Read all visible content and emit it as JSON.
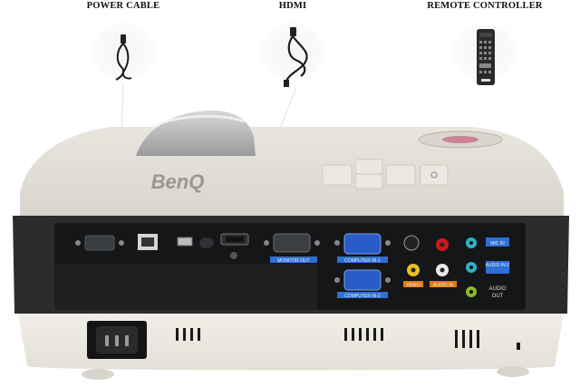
{
  "accessories": [
    {
      "label": "POWER CABLE",
      "icon": "power-cable-icon"
    },
    {
      "label": "HDMI",
      "icon": "hdmi-cable-icon"
    },
    {
      "label": "REMOTE CONTROLLER",
      "icon": "remote-controller-icon"
    }
  ],
  "brand": {
    "logo_text": "BenQ"
  },
  "ports": {
    "monitor_out": "MONITOR OUT",
    "computer_in_1": "COMPUTER IN-1",
    "computer_in_2": "COMPUTER IN-2",
    "video": "VIDEO",
    "audio_in": "AUDIO IN",
    "mic_in": "MIC IN",
    "audio_in_2": "AUDIO IN-2",
    "audio_out_top": "AUDIO",
    "audio_out_bottom": "OUT"
  },
  "colors": {
    "body": "#ece8e0",
    "panel": "#1a1c1e",
    "label_blue": "#2f6fd4",
    "label_orange": "#e07a10",
    "jack_yellow": "#e8c020",
    "jack_red": "#c81c1c",
    "jack_cyan": "#2fb0c8",
    "jack_green": "#8ab82a"
  }
}
